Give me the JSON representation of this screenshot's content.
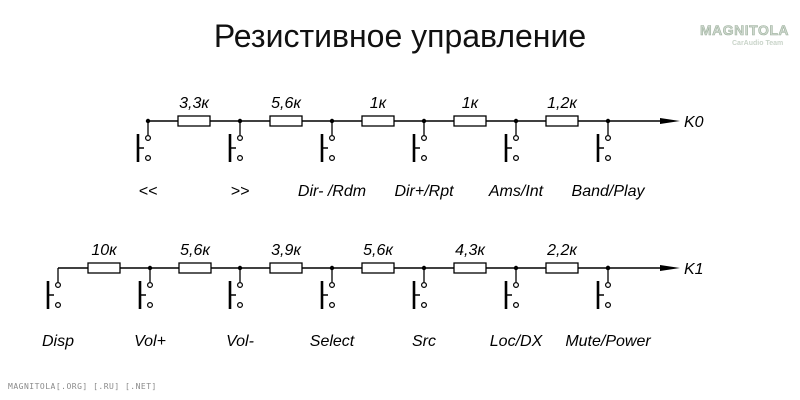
{
  "title": "Резистивное управление",
  "logo": {
    "main": "MAGNITOLA",
    "sub": "CarAudio Team"
  },
  "watermark": "MAGNITOLA[.ORG] [.RU] [.NET]",
  "circuits": [
    {
      "line": "K0",
      "resistors": [
        "3,3к",
        "5,6к",
        "1к",
        "1к",
        "1,2к"
      ],
      "buttons": [
        "<<",
        ">>",
        "Dir- /Rdm",
        "Dir+/Rpt",
        "Ams/Int",
        "Band/Play"
      ]
    },
    {
      "line": "K1",
      "resistors": [
        "10к",
        "5,6к",
        "3,9к",
        "5,6к",
        "4,3к",
        "2,2к"
      ],
      "buttons": [
        "Disp",
        "Vol+",
        "Vol-",
        "Select",
        "Src",
        "Loc/DX",
        "Mute/Power"
      ]
    }
  ]
}
